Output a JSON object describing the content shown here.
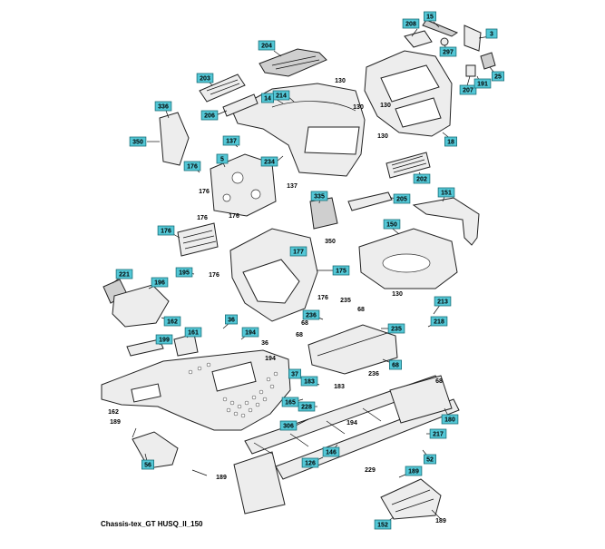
{
  "caption": "Chassis-tex_GT HUSQ_II_150",
  "boxed_callouts": [
    "15",
    "208",
    "3",
    "204",
    "297",
    "25",
    "203",
    "214",
    "207",
    "191",
    "206",
    "14",
    "336",
    "350",
    "137",
    "18",
    "176",
    "5",
    "234",
    "202",
    "335",
    "205",
    "151",
    "176",
    "150",
    "177",
    "175",
    "221",
    "195",
    "196",
    "213",
    "162",
    "36",
    "236",
    "218",
    "161",
    "194",
    "235",
    "199",
    "68",
    "37",
    "183",
    "165",
    "228",
    "180",
    "306",
    "146",
    "217",
    "56",
    "126",
    "52",
    "189",
    "152"
  ],
  "plain_labels": [
    "130",
    "130",
    "130",
    "130",
    "137",
    "176",
    "176",
    "176",
    "350",
    "176",
    "130",
    "176",
    "235",
    "68",
    "68",
    "36",
    "194",
    "68",
    "183",
    "236",
    "68",
    "162",
    "189",
    "194",
    "229",
    "189",
    "189"
  ]
}
